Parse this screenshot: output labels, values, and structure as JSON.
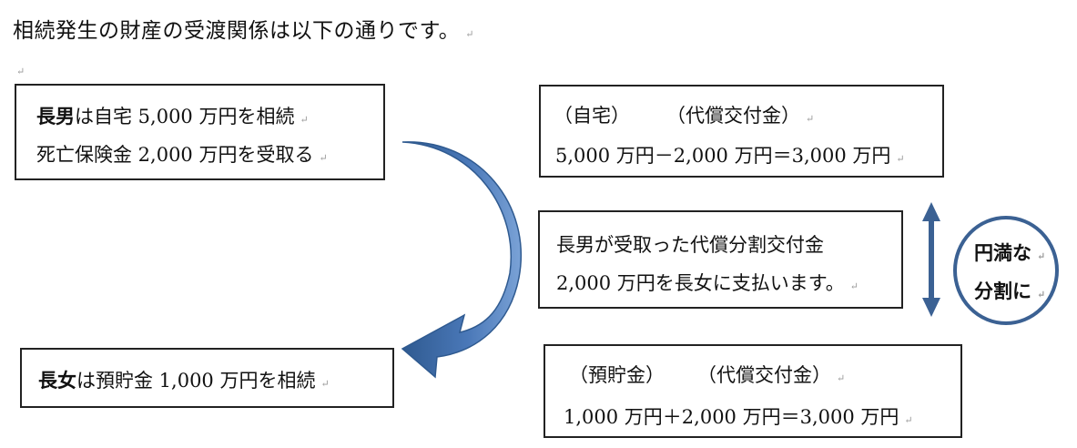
{
  "title": "相続発生の財産の受渡関係は以下の通りです。",
  "paragraph_mark": "↵",
  "son_box": {
    "line1_name": "長男",
    "line1_rest": "は自宅 5,000 万円を相続",
    "line2": "死亡保険金 2,000 万円を受取る"
  },
  "daughter_box": {
    "name": "長女",
    "rest": "は預貯金 1,000 万円を相続"
  },
  "top_calc": {
    "label1": "（自宅）",
    "label2": "（代償交付金）",
    "formula": "5,000 万円－2,000 万円＝3,000 万円"
  },
  "middle_box": {
    "line1": "長男が受取った代償分割交付金",
    "line2": "2,000 万円を長女に支払います。"
  },
  "bottom_calc": {
    "label1": "（預貯金）",
    "label2": "（代償交付金）",
    "formula": "1,000 万円＋2,000 万円＝3,000 万円"
  },
  "circle": {
    "line1": "円満な",
    "line2": "分割に"
  },
  "colors": {
    "arrow_fill": "#4a78b8",
    "arrow_dark": "#2f5a90",
    "arrow_light": "#7aa2d6",
    "circle_stroke": "#3b6193",
    "double_arrow": "#3b6193"
  }
}
